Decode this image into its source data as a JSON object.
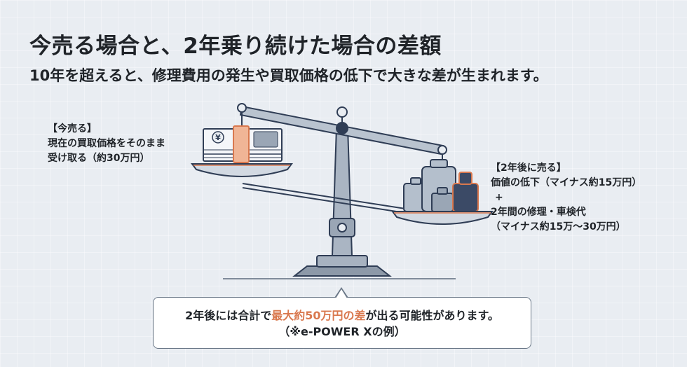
{
  "header": {
    "title": "今売る場合と、2年乗り続けた場合の差額",
    "subtitle": "10年を超えると、修理費用の発生や買取価格の低下で大きな差が生まれます。"
  },
  "left_note": {
    "heading": "【今売る】",
    "line1": "現在の買取価格をそのまま",
    "line2": "受け取る（約30万円）"
  },
  "right_note": {
    "heading": "【2年後に売る】",
    "line1": "価値の低下（マイナス約15万円）",
    "plus": "+",
    "line2": "2年間の修理・車検代",
    "line3": "（マイナス約15万〜30万円）"
  },
  "callout": {
    "pre": "2年後には合計で",
    "highlight": "最大約50万円の差",
    "post": "が出る可能性があります。",
    "note": "（※e-POWER Xの例）"
  },
  "illustration": {
    "money_symbol": "¥"
  },
  "colors": {
    "accent": "#d9784e",
    "navy": "#2f3d55",
    "steel": "#9aa6b5",
    "background": "#e9edf2"
  }
}
